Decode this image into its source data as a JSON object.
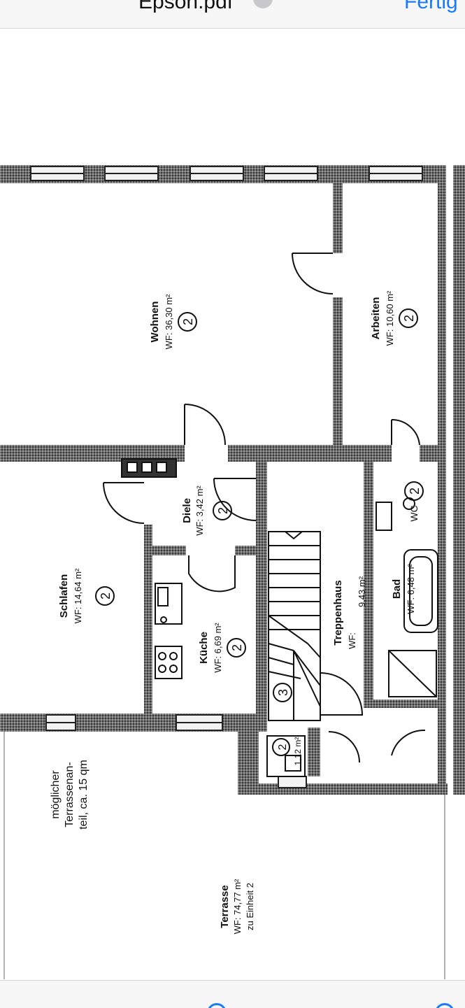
{
  "toolbar": {
    "file_title": "Epson.pdf",
    "done_label": "Fertig"
  },
  "plan": {
    "unit_no": "2",
    "rooms": {
      "wohnen": {
        "name": "Wohnen",
        "area": "WF: 36,30 m²"
      },
      "arbeiten": {
        "name": "Arbeiten",
        "area": "WF: 10,60 m²"
      },
      "diele": {
        "name": "Diele",
        "area": "WF: 3,42 m²"
      },
      "schlafen": {
        "name": "Schlafen",
        "area": "WF: 14,64 m²"
      },
      "kueche": {
        "name": "Küche",
        "area": "WF: 6,69 m²"
      },
      "treppenhaus": {
        "name": "Treppenhaus",
        "area_label": "WF:",
        "area_value": "9,43 m²"
      },
      "bad": {
        "name": "Bad",
        "area": "WF: 6,48 m²"
      },
      "wc": {
        "name": "WC"
      },
      "hwr": {
        "area": "1,12 m²"
      },
      "terrasse": {
        "name": "Terrasse",
        "area": "WF: 74,77 m²",
        "note": "zu Einheit 2"
      }
    },
    "terrace_share": {
      "line1": "möglicher",
      "line2": "Terrassenan-",
      "line3": "teil, ca. 15 qm"
    },
    "stair_marker": "3"
  }
}
